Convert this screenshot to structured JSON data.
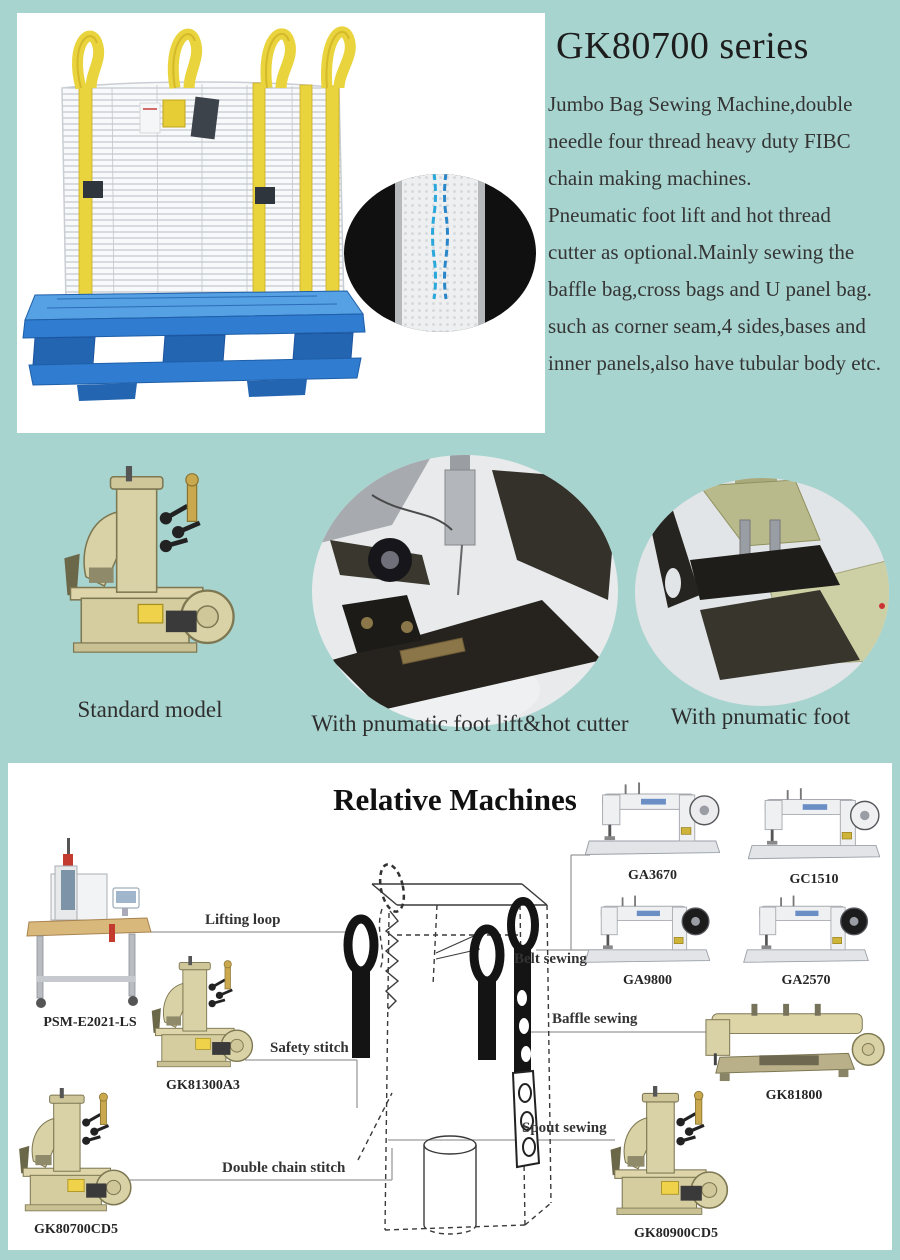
{
  "colors": {
    "background_teal": "#a8d4d0",
    "panel_white": "#ffffff",
    "strap_yellow": "#e9d43e",
    "pallet_blue": "#2f7cd0",
    "stitch_blue": "#2aa7db",
    "machine_beige": "#d9d2a6",
    "text_dark": "#343434"
  },
  "hero": {
    "title": "GK80700 series",
    "description_lines": [
      "Jumbo Bag Sewing Machine,double",
      "needle four thread heavy duty FIBC",
      "chain making machines.",
      "Pneumatic foot lift and hot thread",
      "cutter as optional.Mainly sewing the",
      "baffle bag,cross bags and U panel bag.",
      "such as corner seam,4 sides,bases and",
      "inner panels,also have tubular body etc."
    ],
    "images": {
      "main_photo": "jumbo-bag-on-pallet",
      "inset": "fabric-stitch-detail"
    }
  },
  "model_variants": [
    {
      "caption": "Standard model"
    },
    {
      "caption": "With pnumatic foot lift&hot cutter"
    },
    {
      "caption": "With pnumatic foot"
    }
  ],
  "relative_machines": {
    "title": "Relative Machines",
    "machines": [
      {
        "label": "PSM-E2021-LS"
      },
      {
        "label": "GK81300A3"
      },
      {
        "label": "GK80700CD5"
      },
      {
        "label": "GA3670"
      },
      {
        "label": "GC1510"
      },
      {
        "label": "GA9800"
      },
      {
        "label": "GA2570"
      },
      {
        "label": "GK81800"
      },
      {
        "label": "GK80900CD5"
      }
    ],
    "connections": [
      {
        "label": "Lifting loop"
      },
      {
        "label": "Safety stitch"
      },
      {
        "label": "Double chain stitch"
      },
      {
        "label": "Belt sewing"
      },
      {
        "label": "Baffle sewing"
      },
      {
        "label": "Spout sewing"
      }
    ]
  }
}
